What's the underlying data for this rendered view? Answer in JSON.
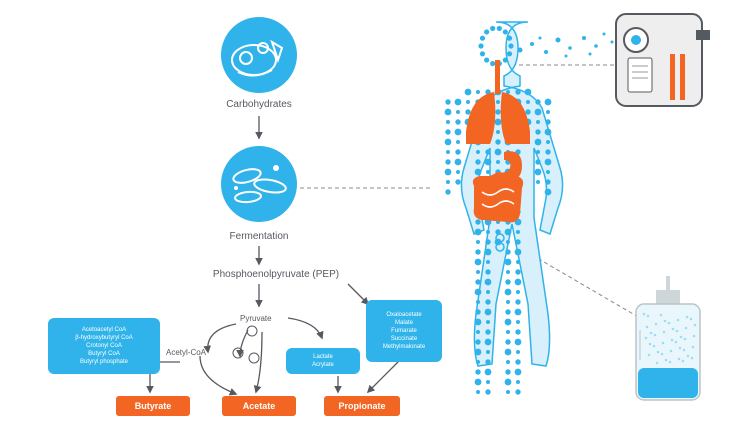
{
  "labels": {
    "carbohydrates": "Carbohydrates",
    "fermentation": "Fermentation",
    "pep": "Phosphoenolpyruvate (PEP)",
    "pyruvate": "Pyruvate",
    "acetyl_coa": "Acetyl-CoA"
  },
  "butyrate_box": [
    "Acetoacetyl CoA",
    "β-hydroxybutyryl CoA",
    "Crotonyl CoA",
    "Butyryl CoA",
    "Butyryl phosphate"
  ],
  "lactate_box": [
    "Lactate",
    "Acrylate"
  ],
  "succinate_box": [
    "Oxaloacetate",
    "Malate",
    "Fumarate",
    "Succinate",
    "Methylmalonate"
  ],
  "products": {
    "butyrate": "Butyrate",
    "acetate": "Acetate",
    "propionate": "Propionate"
  },
  "colors": {
    "blue": "#2fb3ea",
    "orange": "#f26522",
    "gray": "#555a60"
  },
  "icons": [
    "stomach-food-icon",
    "bacteria-icon",
    "breath-analyzer-icon",
    "sample-jar-icon",
    "human-body-figure"
  ]
}
